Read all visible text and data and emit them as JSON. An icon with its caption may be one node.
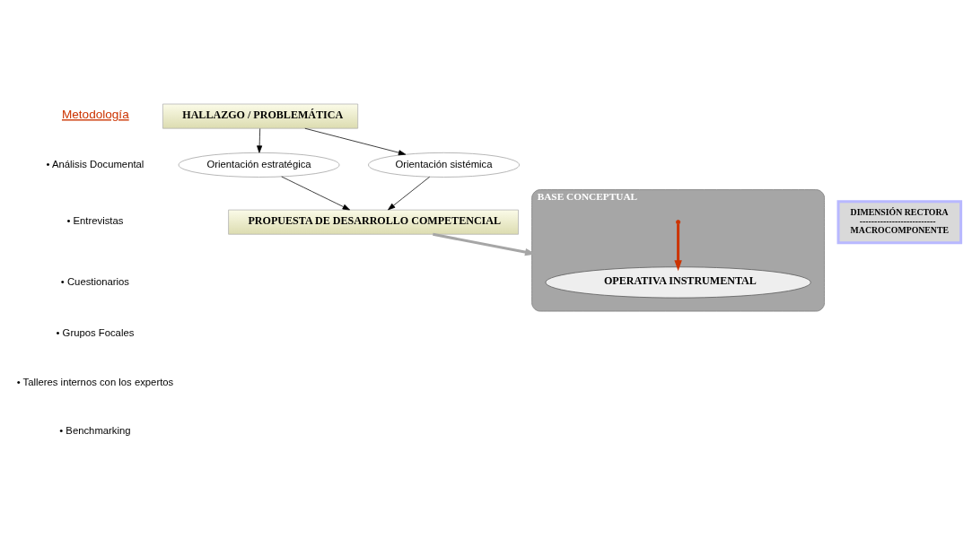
{
  "diagram": {
    "nodes": [
      {
        "text": [
          "HALLAZGO / PROBLEMÁTICA"
        ]
      },
      {
        "text": [
          "Orientación estratégica"
        ]
      },
      {
        "text": [
          "Orientación sistémica"
        ]
      },
      {
        "text": [
          "PROPUESTA DE DESARROLLO COMPETENCIAL"
        ]
      },
      {
        "text": [
          "BASE CONCEPTUAL"
        ]
      },
      {
        "text": [
          "OPERATIVA INSTRUMENTAL"
        ],
        "in": 4
      },
      {
        "text": [
          "DIMENSIÓN RECTORA",
          "--------------------------",
          "MACROCOMPONENTE"
        ]
      }
    ],
    "edges": [
      {
        "from": 0,
        "to": 1,
        "arrow": "to"
      },
      {
        "from": 0,
        "to": 2,
        "arrow": "to"
      },
      {
        "from": 1,
        "to": 3,
        "arrow": "to"
      },
      {
        "from": 2,
        "to": 3,
        "arrow": "to"
      },
      {
        "from": 3,
        "to": 4,
        "arrow": "to",
        "style": "thick",
        "color": "#a6a6a6"
      },
      {
        "from": 4,
        "to": 5,
        "arrow": "to",
        "style": "thick",
        "color": "#cc3300"
      }
    ],
    "labels": [
      "Metodología",
      "• Análisis Documental",
      "• Entrevistas",
      "• Cuestionarios",
      "• Grupos Focales",
      "• Talleres internos con los expertos",
      "• Benchmarking"
    ]
  }
}
